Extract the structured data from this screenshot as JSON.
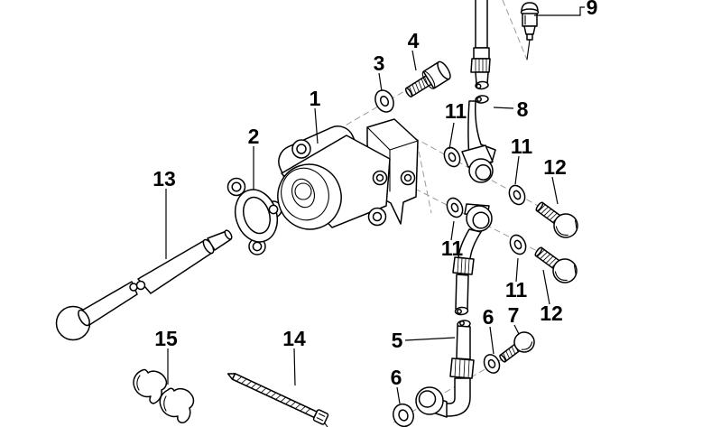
{
  "diagram": {
    "kind": "exploded-parts-diagram",
    "background_color": "#ffffff",
    "line_color": "#000000",
    "guide_line_color": "#9b9b9b",
    "callouts": {
      "n1": "1",
      "n2": "2",
      "n3": "3",
      "n4": "4",
      "n5": "5",
      "n6a": "6",
      "n6b": "6",
      "n7": "7",
      "n8": "8",
      "n9": "9",
      "n11a": "11",
      "n11b": "11",
      "n11c": "11",
      "n11d": "11",
      "n12a": "12",
      "n12b": "12",
      "n13": "13",
      "n14": "14",
      "n15": "15"
    },
    "parts": [
      {
        "callout": "1",
        "name": "valve-body"
      },
      {
        "callout": "2",
        "name": "gasket"
      },
      {
        "callout": "3",
        "name": "washer"
      },
      {
        "callout": "4",
        "name": "socket-head-screw"
      },
      {
        "callout": "5",
        "name": "lower-hose-with-banjo-fittings"
      },
      {
        "callout": "6",
        "name": "sealing-washer"
      },
      {
        "callout": "7",
        "name": "banjo-bolt-short"
      },
      {
        "callout": "8",
        "name": "upper-hose-with-banjo-fitting"
      },
      {
        "callout": "9",
        "name": "vent-valve"
      },
      {
        "callout": "11",
        "name": "sealing-washer"
      },
      {
        "callout": "12",
        "name": "banjo-bolt"
      },
      {
        "callout": "13",
        "name": "push-rod-with-ball-end"
      },
      {
        "callout": "14",
        "name": "cable-strap"
      },
      {
        "callout": "15",
        "name": "spring-clip-pair"
      }
    ]
  }
}
